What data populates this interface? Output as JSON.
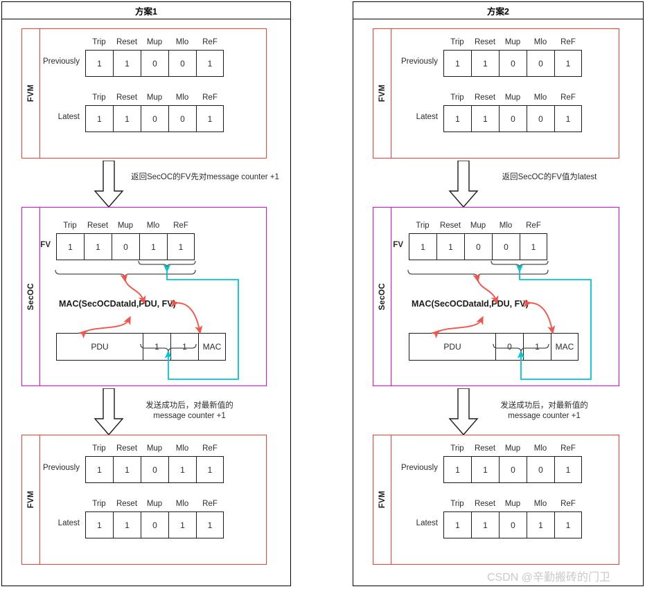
{
  "colors": {
    "panel_border": "#000000",
    "fvm_border": "#ff3b30",
    "secoc_border": "#ee00ee",
    "red_arrow": "#f4544a",
    "cyan_arrow": "#00c5d4",
    "brace": "#4d4d4d",
    "text": "#2b2b2b",
    "watermark": "#c9c9c9"
  },
  "panels": [
    {
      "title": "方案1",
      "fvm_top": {
        "label": "FVM",
        "rows": [
          {
            "row_label": "Previously",
            "headers": [
              "Trip",
              "Reset",
              "Mup",
              "Mlo",
              "ReF"
            ],
            "values": [
              "1",
              "1",
              "0",
              "0",
              "1"
            ]
          },
          {
            "row_label": "Latest",
            "headers": [
              "Trip",
              "Reset",
              "Mup",
              "Mlo",
              "ReF"
            ],
            "values": [
              "1",
              "1",
              "0",
              "0",
              "1"
            ]
          }
        ]
      },
      "flow_note_top": "返回SecOC的FV先对message counter +1",
      "secoc": {
        "label": "SecOC",
        "fv_row_label": "FV",
        "fv_headers": [
          "Trip",
          "Reset",
          "Mup",
          "Mlo",
          "ReF"
        ],
        "fv_values": [
          "1",
          "1",
          "0",
          "1",
          "1"
        ],
        "mac_formula": "MAC(SecOCDataId,PDU, FV)",
        "pdu_label": "PDU",
        "pdu_counter": [
          "1",
          "1"
        ],
        "mac_label": "MAC"
      },
      "flow_note_bottom": "发送成功后，对最新值的\nmessage counter +1",
      "fvm_bottom": {
        "label": "FVM",
        "rows": [
          {
            "row_label": "Previously",
            "headers": [
              "Trip",
              "Reset",
              "Mup",
              "Mlo",
              "ReF"
            ],
            "values": [
              "1",
              "1",
              "0",
              "1",
              "1"
            ]
          },
          {
            "row_label": "Latest",
            "headers": [
              "Trip",
              "Reset",
              "Mup",
              "Mlo",
              "ReF"
            ],
            "values": [
              "1",
              "1",
              "0",
              "1",
              "1"
            ]
          }
        ]
      }
    },
    {
      "title": "方案2",
      "fvm_top": {
        "label": "FVM",
        "rows": [
          {
            "row_label": "Previously",
            "headers": [
              "Trip",
              "Reset",
              "Mup",
              "Mlo",
              "ReF"
            ],
            "values": [
              "1",
              "1",
              "0",
              "0",
              "1"
            ]
          },
          {
            "row_label": "Latest",
            "headers": [
              "Trip",
              "Reset",
              "Mup",
              "Mlo",
              "ReF"
            ],
            "values": [
              "1",
              "1",
              "0",
              "0",
              "1"
            ]
          }
        ]
      },
      "flow_note_top": "返回SecOC的FV值为latest",
      "secoc": {
        "label": "SecOC",
        "fv_row_label": "FV",
        "fv_headers": [
          "Trip",
          "Reset",
          "Mup",
          "Mlo",
          "ReF"
        ],
        "fv_values": [
          "1",
          "1",
          "0",
          "0",
          "1"
        ],
        "mac_formula": "MAC(SecOCDataId,PDU, FV)",
        "pdu_label": "PDU",
        "pdu_counter": [
          "0",
          "1"
        ],
        "mac_label": "MAC"
      },
      "flow_note_bottom": "发送成功后，对最新值的\nmessage counter +1",
      "fvm_bottom": {
        "label": "FVM",
        "rows": [
          {
            "row_label": "Previously",
            "headers": [
              "Trip",
              "Reset",
              "Mup",
              "Mlo",
              "ReF"
            ],
            "values": [
              "1",
              "1",
              "0",
              "0",
              "1"
            ]
          },
          {
            "row_label": "Latest",
            "headers": [
              "Trip",
              "Reset",
              "Mup",
              "Mlo",
              "ReF"
            ],
            "values": [
              "1",
              "1",
              "0",
              "1",
              "1"
            ]
          }
        ]
      }
    }
  ],
  "watermark": "CSDN @辛勤搬砖的门卫"
}
